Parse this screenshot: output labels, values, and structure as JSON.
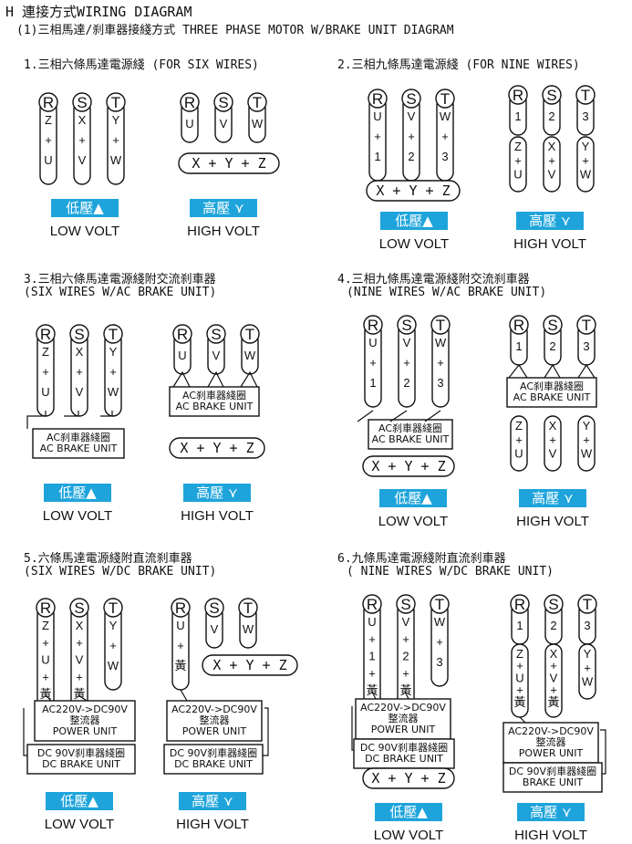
{
  "header": {
    "title": "H 連接方式WIRING DIAGRAM",
    "subtitle": "(1)三相馬達/刹車器接綫方式 THREE PHASE MOTOR W/BRAKE UNIT DIAGRAM"
  },
  "labels": {
    "low_cn": "低壓▲",
    "low_en": "LOW VOLT",
    "high_cn": "高壓",
    "high_en": "HIGH VOLT",
    "ac_brake_cn": "AC刹車器綫圈",
    "ac_brake_en": "AC BRAKE UNIT",
    "power_1": "AC220V->DC90V",
    "power_2": "整流器",
    "power_3": "POWER UNIT",
    "dc_brake_cn": "DC 90V刹車器綫圈",
    "dc_brake_en": "DC BRAKE UNIT",
    "dc_brake_en2": "BRAKE UNIT"
  },
  "cells": [
    {
      "title": [
        "1.三相六條馬達電源綫 (FOR SIX WIRES)"
      ],
      "low": {
        "terms": [
          [
            "R",
            [
              "Z",
              "+",
              "U"
            ]
          ],
          [
            "S",
            [
              "X",
              "+",
              "V"
            ]
          ],
          [
            "T",
            [
              "Y",
              "+",
              "W"
            ]
          ]
        ]
      },
      "high": {
        "terms": [
          [
            "R",
            [
              "U"
            ]
          ],
          [
            "S",
            [
              "V"
            ]
          ],
          [
            "T",
            [
              "W"
            ]
          ]
        ],
        "jumper": "X + Y + Z"
      }
    },
    {
      "title": [
        "2.三相九條馬達電源綫 (FOR NINE WIRES)"
      ],
      "low": {
        "terms": [
          [
            "R",
            [
              "U",
              "+",
              "1"
            ]
          ],
          [
            "S",
            [
              "V",
              "+",
              "2"
            ]
          ],
          [
            "T",
            [
              "W",
              "+",
              "3"
            ]
          ]
        ],
        "jumper": "X + Y + Z"
      },
      "high": {
        "terms": [
          [
            "R",
            [
              "1"
            ]
          ],
          [
            "S",
            [
              "2"
            ]
          ],
          [
            "T",
            [
              "3"
            ]
          ]
        ],
        "extra": [
          [
            "Z",
            "+",
            "U"
          ],
          [
            "X",
            "+",
            "V"
          ],
          [
            "Y",
            "+",
            "W"
          ]
        ]
      }
    },
    {
      "title": [
        "3.三相六條馬達電源綫附交流刹車器",
        "(SIX WIRES W/AC BRAKE UNIT)"
      ],
      "low": {
        "terms": [
          [
            "R",
            [
              "Z",
              "+",
              "U"
            ]
          ],
          [
            "S",
            [
              "X",
              "+",
              "V"
            ]
          ],
          [
            "T",
            [
              "Y",
              "+",
              "W"
            ]
          ]
        ]
      },
      "high": {
        "terms": [
          [
            "R",
            [
              "U"
            ]
          ],
          [
            "S",
            [
              "V"
            ]
          ],
          [
            "T",
            [
              "W"
            ]
          ]
        ],
        "jumper": "X + Y + Z"
      }
    },
    {
      "title": [
        "4.三相九條馬達電源綫附交流刹車器",
        "(NINE WIRES W/AC BRAKE UNIT)"
      ],
      "low": {
        "terms": [
          [
            "R",
            [
              "U",
              "+",
              "1"
            ]
          ],
          [
            "S",
            [
              "V",
              "+",
              "2"
            ]
          ],
          [
            "T",
            [
              "W",
              "+",
              "3"
            ]
          ]
        ],
        "jumper": "X + Y + Z"
      },
      "high": {
        "terms": [
          [
            "R",
            [
              "1"
            ]
          ],
          [
            "S",
            [
              "2"
            ]
          ],
          [
            "T",
            [
              "3"
            ]
          ]
        ],
        "extra": [
          [
            "Z",
            "+",
            "U"
          ],
          [
            "X",
            "+",
            "V"
          ],
          [
            "Y",
            "+",
            "W"
          ]
        ]
      }
    },
    {
      "title": [
        "5.六條馬達電源綫附直流刹車器",
        "(SIX WIRES W/DC BRAKE UNIT)"
      ],
      "low": {
        "terms": [
          [
            "R",
            [
              "Z",
              "+",
              "U",
              "+",
              "黃"
            ]
          ],
          [
            "S",
            [
              "X",
              "+",
              "V",
              "+",
              "黃"
            ]
          ],
          [
            "T",
            [
              "Y",
              "+",
              "W"
            ]
          ]
        ]
      },
      "high": {
        "terms": [
          [
            "R",
            [
              "U",
              "+",
              "黃"
            ]
          ],
          [
            "S",
            [
              "V"
            ]
          ],
          [
            "T",
            [
              "W"
            ]
          ]
        ],
        "jumper": "X + Y + Z"
      }
    },
    {
      "title": [
        "6.九條馬達電源綫附直流刹車器",
        "( NINE WIRES W/DC BRAKE UNIT)"
      ],
      "low": {
        "terms": [
          [
            "R",
            [
              "U",
              "+",
              "1",
              "+",
              "黃"
            ]
          ],
          [
            "S",
            [
              "V",
              "+",
              "2",
              "+",
              "黃"
            ]
          ],
          [
            "T",
            [
              "W",
              "+",
              "3"
            ]
          ]
        ],
        "jumper": "X + Y + Z"
      },
      "high": {
        "terms": [
          [
            "R",
            [
              "1"
            ]
          ],
          [
            "S",
            [
              "2"
            ]
          ],
          [
            "T",
            [
              "3"
            ]
          ]
        ],
        "extra": [
          [
            "Z",
            "+",
            "U",
            "+",
            "黃"
          ],
          [
            "X",
            "+",
            "V",
            "+",
            "黃"
          ],
          [
            "Y",
            "+",
            "W"
          ]
        ]
      }
    }
  ]
}
